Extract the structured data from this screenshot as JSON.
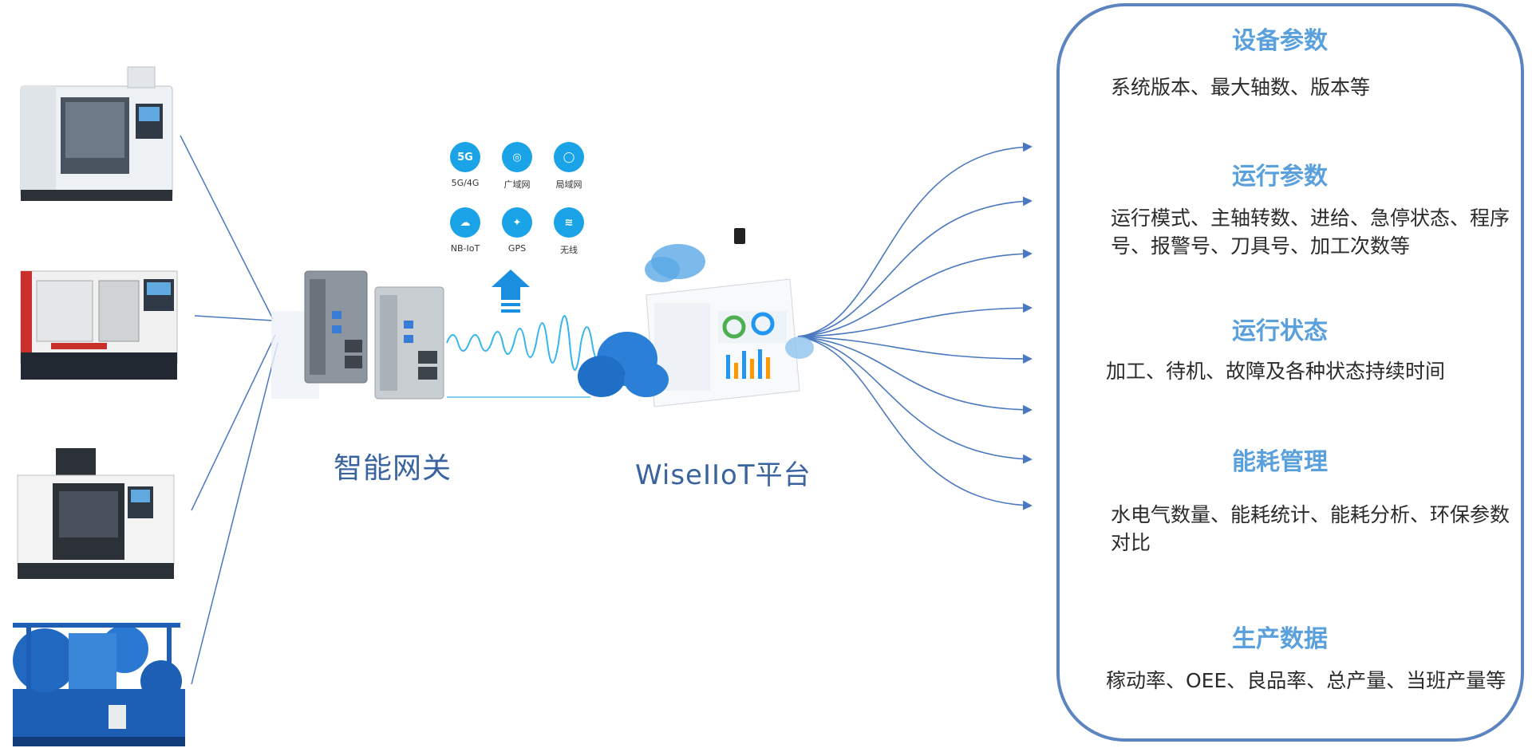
{
  "gateway": {
    "label": "智能网关"
  },
  "platform": {
    "label": "WiseIIoT平台"
  },
  "network_icons": [
    {
      "id": "5g",
      "glyph": "5G",
      "label": "5G/4G",
      "icon": "5g-icon"
    },
    {
      "id": "wan",
      "glyph": "◎",
      "label": "广域网",
      "icon": "globe-icon"
    },
    {
      "id": "lan",
      "glyph": "◯",
      "label": "局域网",
      "icon": "lan-icon"
    },
    {
      "id": "nbiot",
      "glyph": "☁",
      "label": "NB-IoT",
      "icon": "nb-iot-icon"
    },
    {
      "id": "gps",
      "glyph": "✦",
      "label": "GPS",
      "icon": "satellite-icon"
    },
    {
      "id": "wifi",
      "glyph": "≋",
      "label": "无线",
      "icon": "wifi-icon"
    }
  ],
  "sections": [
    {
      "title": "设备参数",
      "desc": "系统版本、最大轴数、版本等"
    },
    {
      "title": "运行参数",
      "desc": "运行模式、主轴转数、进给、急停状态、程序号、报警号、刀具号、加工次数等"
    },
    {
      "title": "运行状态",
      "desc": "加工、待机、故障及各种状态持续时间"
    },
    {
      "title": "能耗管理",
      "desc": "水电气数量、能耗统计、能耗分析、环保参数对比"
    },
    {
      "title": "生产数据",
      "desc": "稼动率、OEE、良品率、总产量、当班产量等"
    }
  ],
  "colors": {
    "line": "#4a78c0",
    "accent": "#1aa3e6",
    "panel_border": "#5b84c0",
    "section_title": "#5aa0dc",
    "cloud": "#2b7fd6"
  }
}
